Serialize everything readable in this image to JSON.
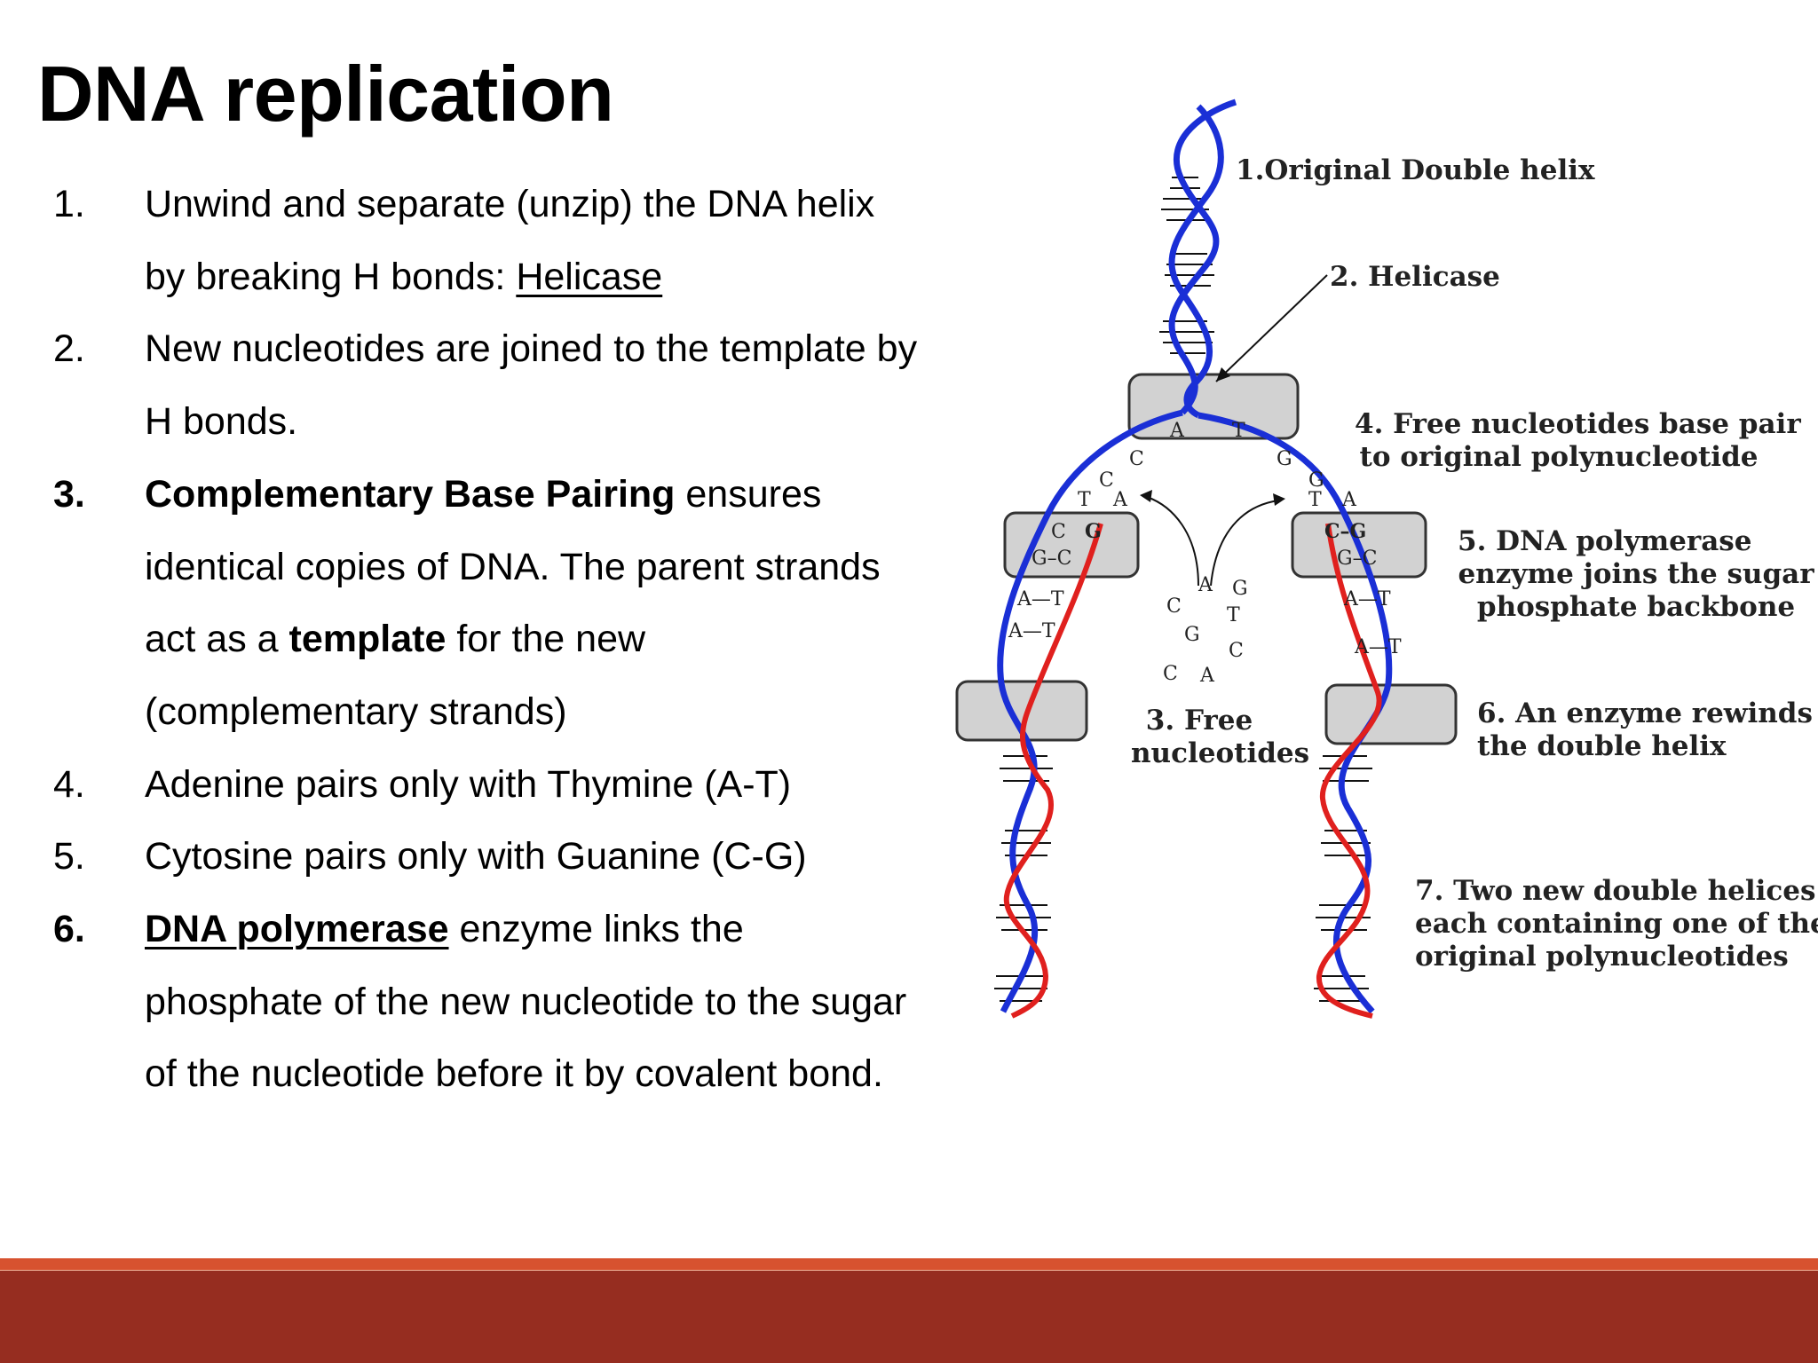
{
  "title": "DNA replication",
  "steps": [
    {
      "num": "1.",
      "text_a": "Unwind and separate (unzip) the DNA helix by breaking H bonds: ",
      "link": "Helicase"
    },
    {
      "num": "2.",
      "text": "New nucleotides are joined to the template by H bonds."
    },
    {
      "num": "3.",
      "bold": "Complementary Base Pairing",
      "text_a": " ensures identical copies of DNA. The parent strands act as a ",
      "bold2": "template",
      "text_b": " for the new (complementary strands)"
    },
    {
      "num": "4.",
      "text": "Adenine pairs only with Thymine (A-T)"
    },
    {
      "num": "5.",
      "text": "Cytosine pairs only with Guanine (C-G)"
    },
    {
      "num": "6.",
      "bold": "DNA polymerase",
      "text": " enzyme links the phosphate of the new nucleotide to the sugar of the nucleotide before it by covalent bond."
    }
  ],
  "diagram": {
    "labels": {
      "l1": "1.Original Double helix",
      "l2": "2. Helicase",
      "l3a": "3. Free",
      "l3b": "nucleotides",
      "l4a": "4. Free nucleotides base pair",
      "l4b": "to original polynucleotide",
      "l5a": "5. DNA polymerase",
      "l5b": "enzyme joins the sugar",
      "l5c": "phosphate backbone",
      "l6a": "6. An enzyme rewinds",
      "l6b": "the double helix",
      "l7a": "7. Two new double helices",
      "l7b": "each containing one of the",
      "l7c": "original polynucleotides"
    },
    "bases": {
      "fork_a": "A",
      "fork_t": "T",
      "lc1": "C",
      "lc2": "C",
      "lt": "T",
      "la": "A",
      "lc3": "C",
      "lg": "G",
      "lgc": "G–C",
      "lat1": "A—T",
      "lat2": "A—T",
      "rg1": "G",
      "rg2": "G",
      "rt": "T",
      "ra": "A",
      "rcg": "C–G",
      "rgc": "G–C",
      "rat1": "A—T",
      "rat2": "A—T",
      "f1": "C",
      "f2": "A",
      "f3": "G",
      "f4": "T",
      "f5": "G",
      "f6": "C",
      "f7": "C",
      "f8": "A"
    },
    "colors": {
      "parent_strand": "#1a2fd6",
      "new_strand": "#e0201e",
      "enzyme": "#d2d2d2"
    }
  },
  "footer_colors": {
    "accent": "#d7522f",
    "band": "#962d20"
  }
}
